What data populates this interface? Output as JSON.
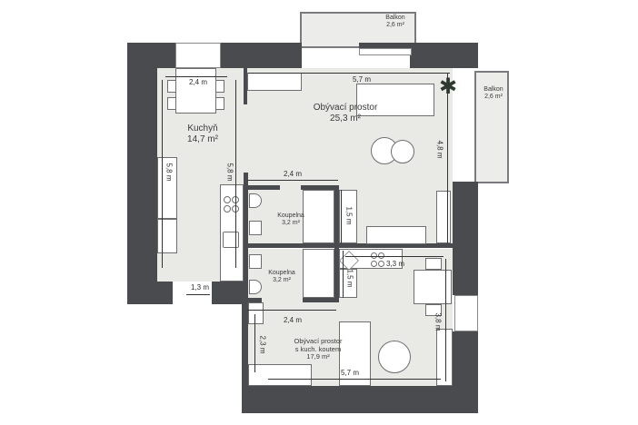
{
  "plan": {
    "rooms": [
      {
        "id": "kitchen",
        "name": "Kuchyň",
        "area": "14,7 m²"
      },
      {
        "id": "living",
        "name": "Obývací prostor",
        "area": "25,3 m²"
      },
      {
        "id": "balcony-top",
        "name": "Balkon",
        "area": "2,6 m²"
      },
      {
        "id": "balcony-right",
        "name": "Balkon",
        "area": "2,6 m²"
      },
      {
        "id": "bathroom-1",
        "name": "Koupelna",
        "area": "3,2 m²"
      },
      {
        "id": "bathroom-2",
        "name": "Koupelna",
        "area": "3,2 m²"
      },
      {
        "id": "living-kitchenette",
        "name_line1": "Obývací prostor",
        "name_line2": "s kuch. koutem",
        "area": "17,9 m²"
      }
    ],
    "dimensions": {
      "kitchen_width": "2,4 m",
      "kitchen_length_left": "5,8 m",
      "kitchen_length_right": "5,8 m",
      "kitchen_door": "1,3 m",
      "living_width": "5,7 m",
      "living_depth": "4,8 m",
      "bath1_width": "2,4 m",
      "bath1_depth": "1,5 m",
      "kitchenette_counter": "3,3 m",
      "kitchenette_small": "1,5 m",
      "bath2_bottom_width": "2,4 m",
      "lower_depth_left": "2,3 m",
      "lower_depth_right": "3,8 m",
      "lower_width": "5,7 m"
    },
    "colors": {
      "wall": "#4a4b4f",
      "floor": "#e9eae6",
      "furniture": "#ffffff"
    }
  }
}
